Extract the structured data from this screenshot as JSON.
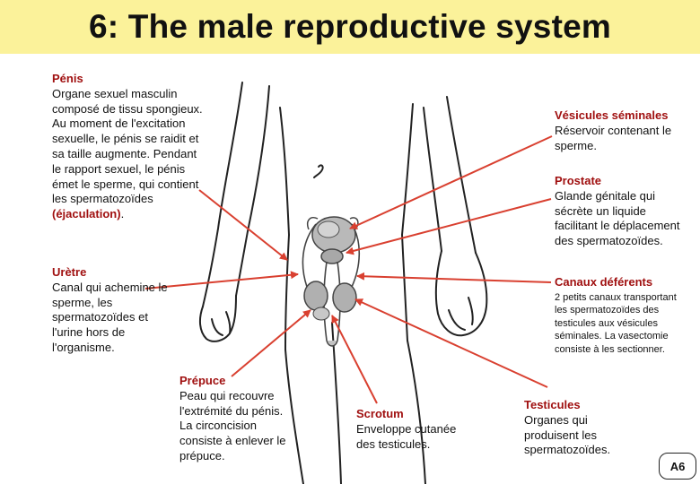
{
  "title": "6: The male reproductive system",
  "labels": {
    "penis": {
      "title": "Pénis",
      "desc": "Organe sexuel masculin composé de tissu spongieux. Au moment de l'excitation sexuelle, le pénis se raidit et sa taille augmente. Pendant le rapport sexuel, le pénis émet le sperme, qui contient les spermatozoïdes",
      "emph": "(éjaculation)",
      "tail": "."
    },
    "uretre": {
      "title": "Urètre",
      "desc": "Canal qui achemine le sperme, les spermatozoïdes et l'urine hors de l'organisme."
    },
    "prepuce": {
      "title": "Prépuce",
      "desc": "Peau qui recouvre l'extrémité du pénis. La circoncision consiste à enlever le prépuce."
    },
    "scrotum": {
      "title": "Scrotum",
      "desc": "Enveloppe cutanée des testicules."
    },
    "vesicules": {
      "title": "Vésicules séminales",
      "desc": "Réservoir contenant le sperme."
    },
    "prostate": {
      "title": "Prostate",
      "desc": "Glande génitale qui sécrète un liquide facilitant le déplacement des spermatozoïdes."
    },
    "canaux": {
      "title": "Canaux déférents",
      "desc": "2 petits canaux transportant les spermatozoïdes des testicules aux vésicules séminales. La vasectomie consiste à les sectionner."
    },
    "testicules": {
      "title": "Testicules",
      "desc": "Organes qui produisent les spermatozoïdes."
    }
  },
  "badge": "A6",
  "colors": {
    "title_bg": "#fbf29a",
    "label_title": "#a01010",
    "arrow": "#d94030",
    "organ_gray": "#b9b9b9"
  }
}
